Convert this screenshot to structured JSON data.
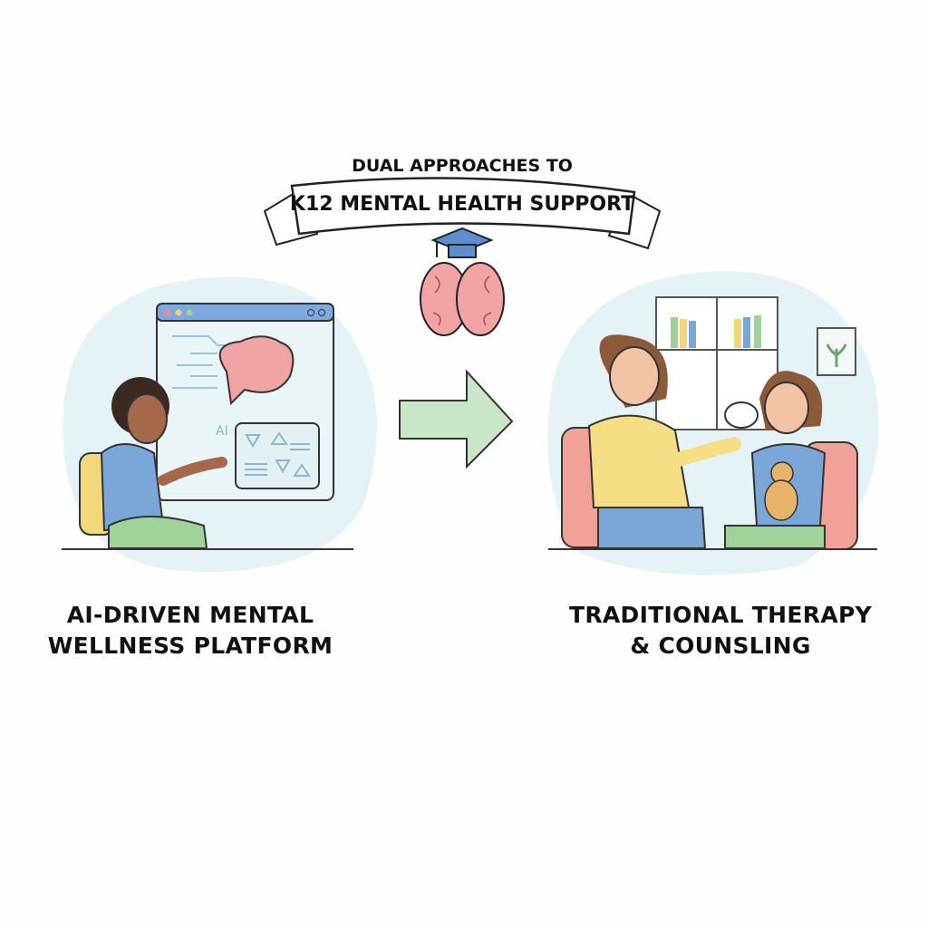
{
  "banner": {
    "line1": "DUAL APPROACHES TO",
    "line2": "K12 MENTAL HEALTH SUPPORT"
  },
  "left": {
    "screen_label": "AI",
    "caption_line1": "AI-DRIVEN MENTAL",
    "caption_line2": "WELLNESS PLATFORM"
  },
  "right": {
    "caption_line1": "TRADITIONAL THERAPY",
    "caption_line2": "& COUNSLING"
  },
  "colors": {
    "arrow": "#c9e6c8",
    "blob": "#e6f3f6",
    "browser_bar": "#7fa9dc",
    "brain": "#f2a4a4",
    "chair": "#f1a197",
    "sweater": "#f6de84"
  }
}
